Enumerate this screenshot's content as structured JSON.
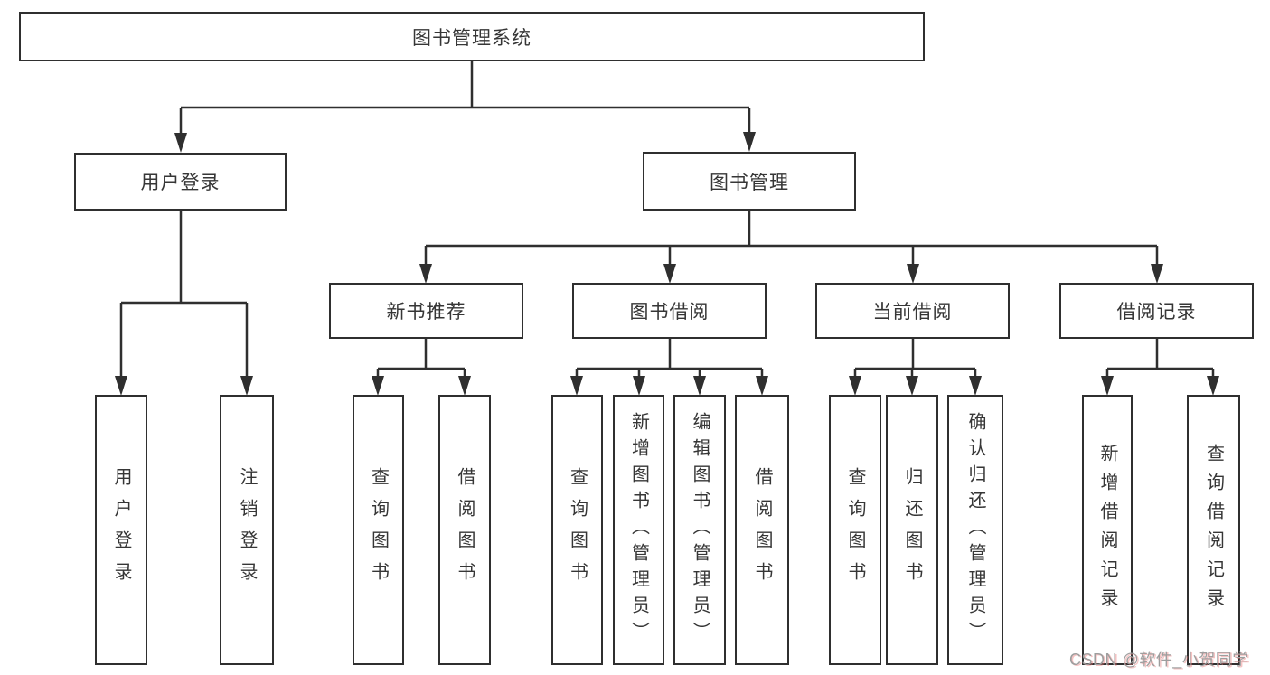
{
  "tree": {
    "label": "图书管理系统",
    "children": [
      {
        "label": "用户登录",
        "children": [
          {
            "label": "用户登录"
          },
          {
            "label": "注销登录"
          }
        ]
      },
      {
        "label": "图书管理",
        "children": [
          {
            "label": "新书推荐",
            "children": [
              {
                "label": "查询图书"
              },
              {
                "label": "借阅图书"
              }
            ]
          },
          {
            "label": "图书借阅",
            "children": [
              {
                "label": "查询图书"
              },
              {
                "label": "新增图书（管理员）"
              },
              {
                "label": "编辑图书（管理员）"
              },
              {
                "label": "借阅图书"
              }
            ]
          },
          {
            "label": "当前借阅",
            "children": [
              {
                "label": "查询图书"
              },
              {
                "label": "归还图书"
              },
              {
                "label": "确认归还（管理员）"
              }
            ]
          },
          {
            "label": "借阅记录",
            "children": [
              {
                "label": "新增借阅记录"
              },
              {
                "label": "查询借阅记录"
              }
            ]
          }
        ]
      }
    ]
  },
  "watermark": {
    "text": "CSDN @软件_小贺同学"
  },
  "colors": {
    "line": "#2f2f2f",
    "text": "#363636",
    "watermark": "#9e9e9e",
    "background": "#ffffff"
  }
}
